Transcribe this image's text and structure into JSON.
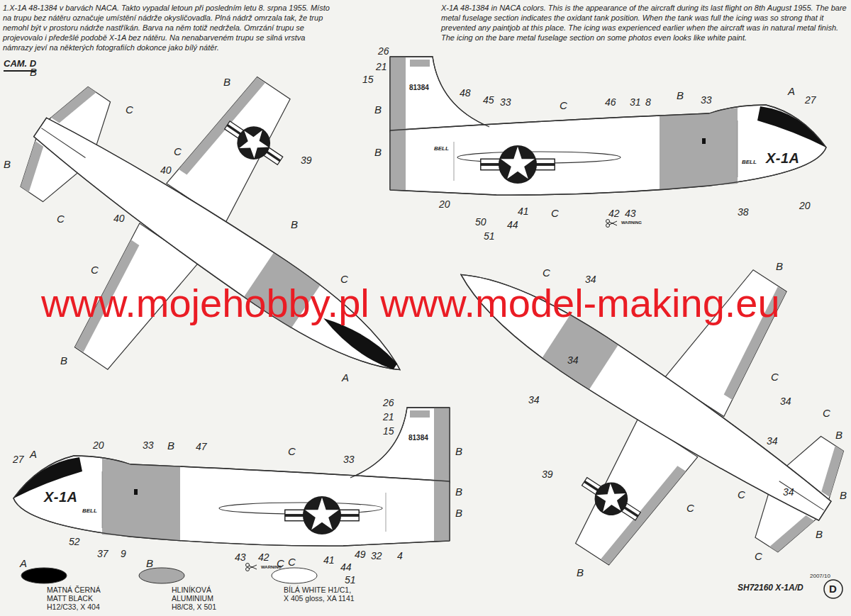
{
  "diagram": {
    "labels": [
      "1.X-1A 48-1384 v barvách NACA. Takto vypadal letoun při posledním letu 8. srpna 1955. Místo na trupu bez nátěru označuje umístění nádrže okysličovadla. Plná nádrž omrzala tak, že trup nemohl být v prostoru nádrže nastříkán. Barva na něm totiž nedržela. Omrzání trupu se projevovalo i předešlé podobě X-1A bez nátěru. Na nenabarveném trupu se silná vrstva námrazy jeví na některých fotografiích dokonce jako bílý nátěr.",
      "X-1A 48-1384 in NACA colors. This is the appearance of the aircraft during its last flight on 8th August 1955. The bare metal fuselage section indicates the oxidant tank position. When the tank was full the icing was so strong that it prevented any paintjob at this place. The icing was experienced earlier when the aircraft was in natural metal finish. The icing on the bare metal fuselage section on some photos even looks like white paint.",
      "www.mojehobby.pl www.model-making.eu",
      "CAM. D",
      "B",
      "C",
      "B",
      "C",
      "B",
      "C",
      "39",
      "40",
      "40",
      "C",
      "B",
      "C",
      "B",
      "A",
      "26",
      "21",
      "15",
      "81384",
      "48",
      "45",
      "33",
      "46",
      "31",
      "8",
      "B",
      "33",
      "A",
      "27",
      "C",
      "B",
      "B",
      "BELL",
      "BELL",
      "X-1A",
      "20",
      "50",
      "51",
      "44",
      "41",
      "C",
      "42",
      "43",
      "WARNING",
      "38",
      "20",
      "C",
      "34",
      "B",
      "C",
      "34",
      "34",
      "34",
      "34",
      "C",
      "B",
      "39",
      "C",
      "C",
      "34",
      "B",
      "B",
      "B",
      "C",
      "26",
      "21",
      "15",
      "81384",
      "B",
      "27",
      "A",
      "20",
      "33",
      "B",
      "47",
      "C",
      "33",
      "X-1A",
      "BELL",
      "B",
      "B",
      "52",
      "37",
      "9",
      "43",
      "42",
      "WARNING",
      "C",
      "41",
      "44",
      "51",
      "49",
      "32",
      "4",
      "A",
      "B",
      "C",
      "SH72160 X-1A/D",
      "2007/10",
      "D"
    ],
    "legend": [
      {
        "text": "MATNÁ ČERNÁ MATT BLACK H12/C33, X 404",
        "color": "#000000"
      },
      {
        "text": "HLINÍKOVÁ ALUMINIUM H8/C8, X 501",
        "color": "#a9a9a9"
      },
      {
        "text": "BÍLÁ WHITE H1/C1, X 405 gloss, XA 1141",
        "color": "#ffffff"
      }
    ]
  }
}
